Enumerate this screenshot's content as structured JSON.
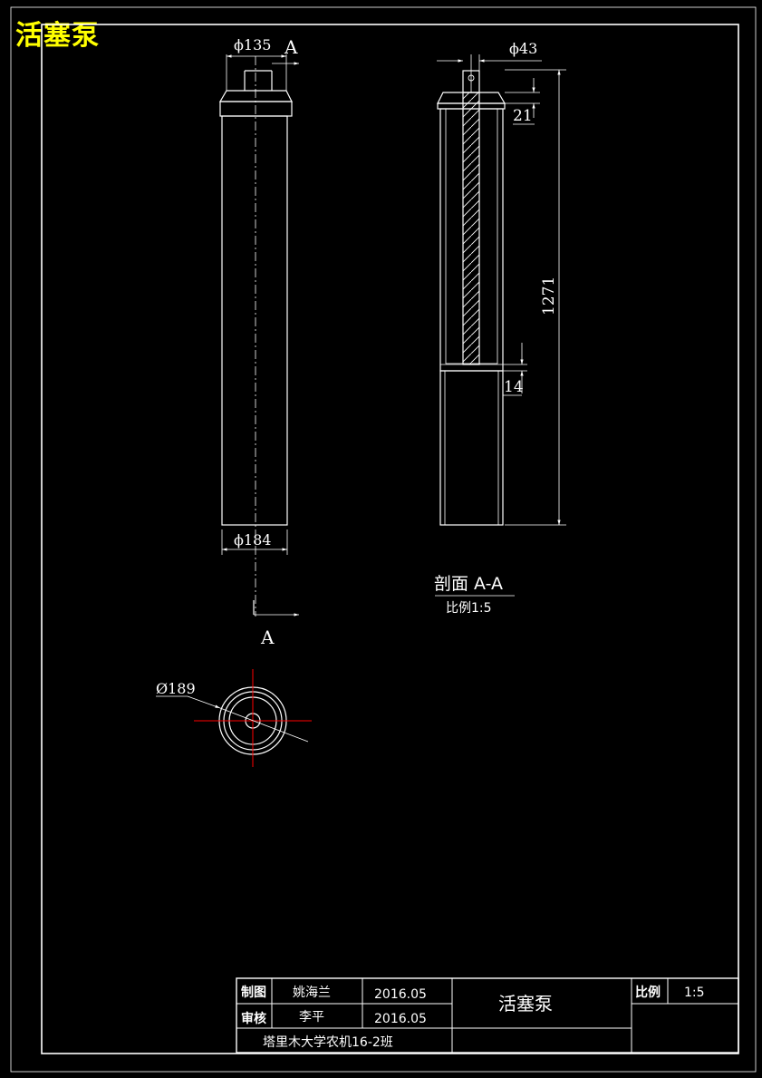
{
  "header": {
    "title": "活塞泵"
  },
  "views": {
    "front": {
      "dim_top": "ϕ135",
      "dim_bottom": "ϕ184",
      "section_marker": "A"
    },
    "section": {
      "dim_top": "ϕ43",
      "dim_21": "21",
      "dim_14": "14",
      "dim_length": "1271",
      "label": "剖面 A-A",
      "scale": "比例1:5"
    },
    "top": {
      "dim_diameter": "Ø189"
    }
  },
  "title_block": {
    "drawn_label": "制图",
    "drawn_name": "姚海兰",
    "drawn_date": "2016.05",
    "checked_label": "审核",
    "checked_name": "李平",
    "checked_date": "2016.05",
    "part_name": "活塞泵",
    "scale_label": "比例",
    "scale_value": "1:5",
    "school": "塔里木大学农机16-2班"
  },
  "colors": {
    "line": "#ffffff",
    "accent": "#ffff00",
    "centerline": "#ff0000"
  }
}
